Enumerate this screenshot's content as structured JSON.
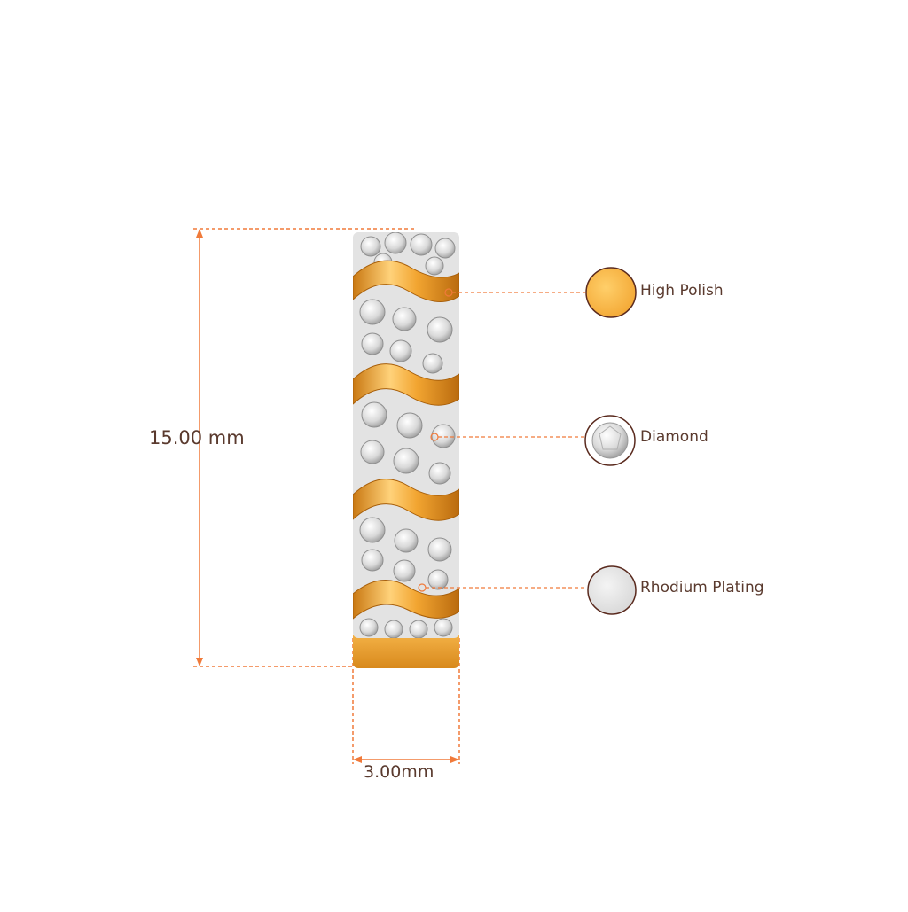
{
  "dimensions": {
    "height_label": "15.00 mm",
    "width_label": "3.00mm"
  },
  "materials": [
    {
      "label": "High Polish",
      "swatch": "high-polish-swatch",
      "color": "#f7b84a"
    },
    {
      "label": "Diamond",
      "swatch": "diamond-swatch",
      "color": "#eeeeee"
    },
    {
      "label": "Rhodium Plating",
      "swatch": "rhodium-swatch",
      "color": "#e4e4e4"
    }
  ],
  "colors": {
    "dimension_line": "#f07a3a",
    "label_text": "#5a3a2e",
    "swatch_border": "#5a2a1e",
    "gold": "#f2a531",
    "gold_dark": "#c97812",
    "white_metal": "#dcdcdc"
  }
}
